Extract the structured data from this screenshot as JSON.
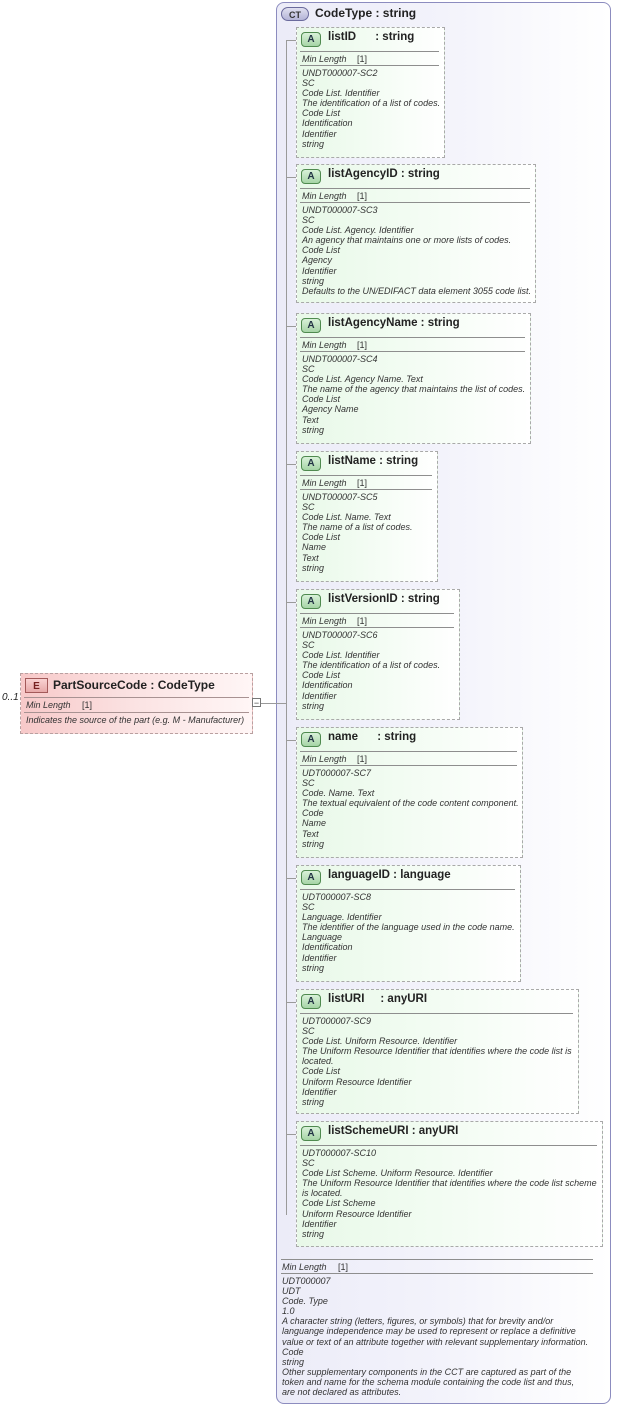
{
  "complex_type": {
    "badge": "CT",
    "title": "CodeType : string",
    "footer_min_length_label": "Min Length",
    "footer_min_length_value": "[1]",
    "footer_lines": [
      "UDT000007",
      "UDT",
      "Code. Type",
      "1.0",
      "A character string (letters, figures, or symbols) that for brevity and/or",
      "languange independence may be used to represent or replace a definitive",
      "value or text of an attribute together with relevant supplementary information.",
      "Code",
      "string",
      "Other supplementary components in the CCT are captured as part of the",
      "token and name for the schema module containing the code list and thus,",
      "are not declared as attributes."
    ]
  },
  "element": {
    "badge": "E",
    "title": "PartSourceCode : CodeType",
    "multiplicity": "0..1",
    "min_length_label": "Min Length",
    "min_length_value": "[1]",
    "description": "Indicates the source of the part (e.g. M - Manufacturer)",
    "collapse_symbol": "−"
  },
  "attributes": [
    {
      "badge": "A",
      "title": "listID      : string",
      "min_label": "Min Length",
      "min_value": "[1]",
      "lines": [
        "UNDT000007-SC2",
        "SC",
        "Code List. Identifier",
        "The identification of a list of codes.",
        "Code List",
        "Identification",
        "Identifier",
        "string"
      ]
    },
    {
      "badge": "A",
      "title": "listAgencyID : string",
      "min_label": "Min Length",
      "min_value": "[1]",
      "lines": [
        "UNDT000007-SC3",
        "SC",
        "Code List. Agency. Identifier",
        "An agency that maintains one or more lists of codes.",
        "Code List",
        "Agency",
        "Identifier",
        "string",
        "Defaults to the UN/EDIFACT data element 3055 code list."
      ]
    },
    {
      "badge": "A",
      "title": "listAgencyName : string",
      "min_label": "Min Length",
      "min_value": "[1]",
      "lines": [
        "UNDT000007-SC4",
        "SC",
        "Code List. Agency Name. Text",
        "The name of the agency that maintains the list of codes.",
        "Code List",
        "Agency Name",
        "Text",
        "string"
      ]
    },
    {
      "badge": "A",
      "title": "listName : string",
      "min_label": "Min Length",
      "min_value": "[1]",
      "lines": [
        "UNDT000007-SC5",
        "SC",
        "Code List. Name. Text",
        "The name of a list of codes.",
        "Code List",
        "Name",
        "Text",
        "string"
      ]
    },
    {
      "badge": "A",
      "title": "listVersionID : string",
      "min_label": "Min Length",
      "min_value": "[1]",
      "lines": [
        "UNDT000007-SC6",
        "SC",
        "Code List. Identifier",
        "The identification of a list of codes.",
        "Code List",
        "Identification",
        "Identifier",
        "string"
      ]
    },
    {
      "badge": "A",
      "title": "name      : string",
      "min_label": "Min Length",
      "min_value": "[1]",
      "lines": [
        "UDT000007-SC7",
        "SC",
        "Code. Name. Text",
        "The textual equivalent of the code content component.",
        "Code",
        "Name",
        "Text",
        "string"
      ]
    },
    {
      "badge": "A",
      "title": "languageID : language",
      "lines": [
        "UDT000007-SC8",
        "SC",
        "Language. Identifier",
        "The identifier of the language used in the code name.",
        "Language",
        "Identification",
        "Identifier",
        "string"
      ]
    },
    {
      "badge": "A",
      "title": "listURI     : anyURI",
      "lines": [
        "UDT000007-SC9",
        "SC",
        "Code List. Uniform Resource. Identifier",
        "The Uniform Resource Identifier that identifies where the code list is",
        "located.",
        "Code List",
        "Uniform Resource Identifier",
        "Identifier",
        "string"
      ]
    },
    {
      "badge": "A",
      "title": "listSchemeURI : anyURI",
      "lines": [
        "UDT000007-SC10",
        "SC",
        "Code List Scheme. Uniform Resource. Identifier",
        "The Uniform Resource Identifier that identifies where the code list scheme",
        "is located.",
        "Code List Scheme",
        "Uniform Resource Identifier",
        "Identifier",
        "string"
      ]
    }
  ]
}
